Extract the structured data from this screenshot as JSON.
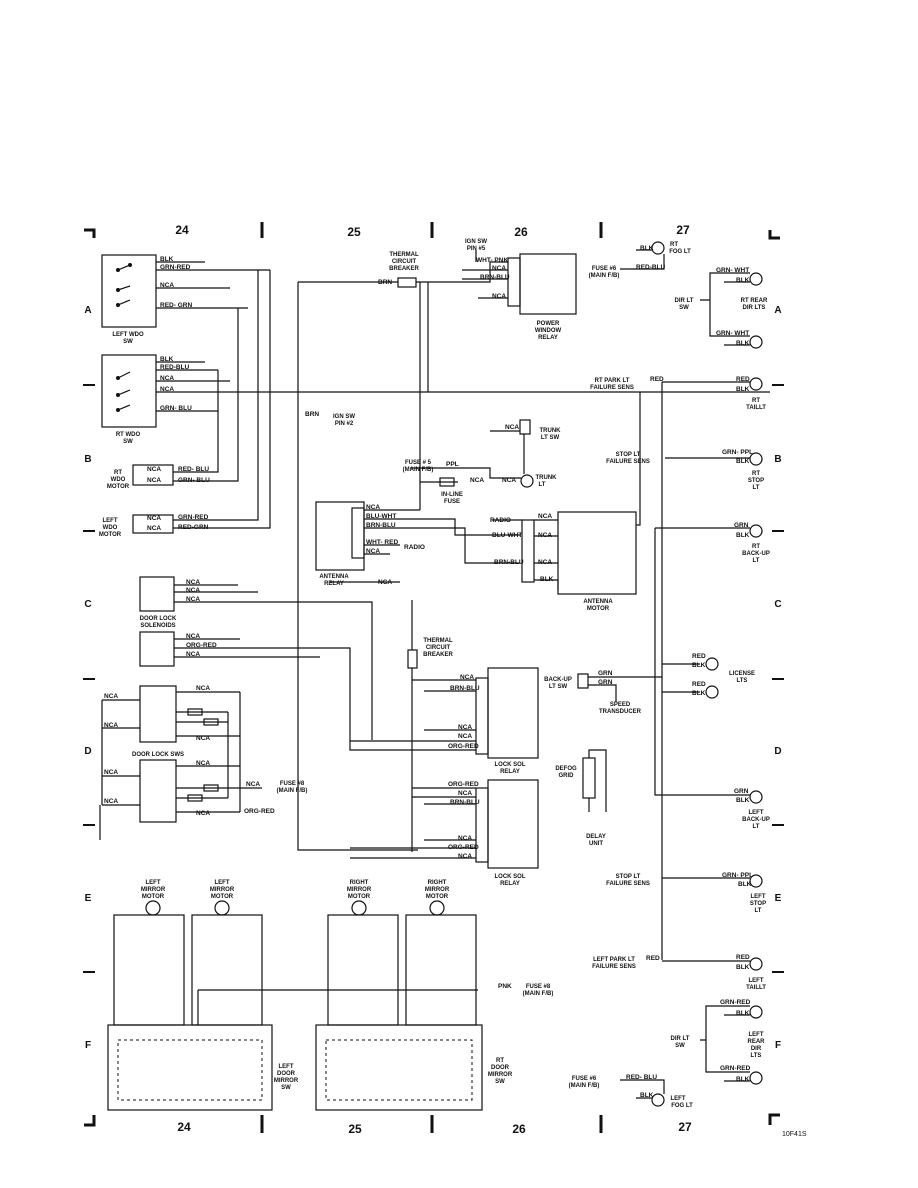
{
  "columns": [
    "24",
    "25",
    "26",
    "27"
  ],
  "rows": [
    "A",
    "B",
    "C",
    "D",
    "E",
    "F"
  ],
  "figure_id": "10F41S",
  "components": {
    "left_wdo_sw": [
      "LEFT WDO",
      "SW"
    ],
    "rt_wdo_sw": [
      "RT WDO",
      "SW"
    ],
    "rt_wdo_motor": [
      "RT",
      "WDO",
      "MOTOR"
    ],
    "left_wdo_motor": [
      "LEFT",
      "WDO",
      "MOTOR"
    ],
    "thermal_cb_top": [
      "THERMAL",
      "CIRCUIT",
      "BREAKER"
    ],
    "ign_sw_pin5": [
      "IGN SW",
      "PIN #5"
    ],
    "ign_sw_pin2": [
      "IGN SW",
      "PIN #2"
    ],
    "power_window_relay": [
      "POWER",
      "WINDOW",
      "RELAY"
    ],
    "fuse6_top": [
      "FUSE #6",
      "(MAIN F/B)"
    ],
    "rt_fog_lt": [
      "RT",
      "FOG LT"
    ],
    "dir_lt_sw_top": [
      "DIR LT",
      "SW"
    ],
    "rt_rear_dir_lts": [
      "RT REAR",
      "DIR LTS"
    ],
    "rt_park_lt_fs": [
      "RT PARK LT",
      "FAILURE SENS"
    ],
    "rt_taillt": [
      "RT",
      "TAILLT"
    ],
    "trunk_lt_sw": [
      "TRUNK",
      "LT SW"
    ],
    "trunk_lt": [
      "TRUNK",
      "LT"
    ],
    "fuse5": [
      "FUSE # 5",
      "(MAIN F/B)"
    ],
    "inline_fuse": [
      "IN-LINE",
      "FUSE"
    ],
    "stop_lt_fs_top": [
      "STOP LT",
      "FAILURE SENS"
    ],
    "rt_stop_lt": [
      "RT",
      "STOP",
      "LT"
    ],
    "antenna_relay": [
      "ANTENNA",
      "RELAY"
    ],
    "antenna_motor": [
      "ANTENNA",
      "MOTOR"
    ],
    "rt_backup_lt": [
      "RT",
      "BACK-UP",
      "LT"
    ],
    "door_lock_solenoids": [
      "DOOR LOCK",
      "SOLENOIDS"
    ],
    "thermal_cb_mid": [
      "THERMAL",
      "CIRCUIT",
      "BREAKER"
    ],
    "license_lts": [
      "LICENSE",
      "LTS"
    ],
    "backup_lt_sw": [
      "BACK-UP",
      "LT SW"
    ],
    "speed_transducer": [
      "SPEED",
      "TRANSDUCER"
    ],
    "door_lock_sws": "DOOR LOCK SWS",
    "fuse8_mid": [
      "FUSE #8",
      "(MAIN F/B)"
    ],
    "lock_sol_relay_top": [
      "LOCK SOL",
      "RELAY"
    ],
    "lock_sol_relay_bot": [
      "LOCK SOL",
      "RELAY"
    ],
    "defog_grid": [
      "DEFOG",
      "GRID"
    ],
    "delay_unit": [
      "DELAY",
      "UNIT"
    ],
    "left_backup_lt": [
      "LEFT",
      "BACK-UP",
      "LT"
    ],
    "stop_lt_fs_bot": [
      "STOP LT",
      "FAILURE SENS"
    ],
    "left_stop_lt": [
      "LEFT",
      "STOP",
      "LT"
    ],
    "left_park_lt_fs": [
      "LEFT PARK LT",
      "FAILURE SENS"
    ],
    "left_taillt": [
      "LEFT",
      "TAILLT"
    ],
    "left_mirror_motor_1": [
      "LEFT",
      "MIRROR",
      "MOTOR"
    ],
    "left_mirror_motor_2": [
      "LEFT",
      "MIRROR",
      "MOTOR"
    ],
    "right_mirror_motor_1": [
      "RIGHT",
      "MIRROR",
      "MOTOR"
    ],
    "right_mirror_motor_2": [
      "RIGHT",
      "MIRROR",
      "MOTOR"
    ],
    "fuse8_bot": [
      "FUSE #8",
      "(MAIN F/B)"
    ],
    "left_door_mirror_sw": [
      "LEFT",
      "DOOR",
      "MIRROR",
      "SW"
    ],
    "rt_door_mirror_sw": [
      "RT",
      "DOOR",
      "MIRROR",
      "SW"
    ],
    "dir_lt_sw_bot": [
      "DIR LT",
      "SW"
    ],
    "left_rear_dir_lts": [
      "LEFT",
      "REAR",
      "DIR",
      "LTS"
    ],
    "fuse6_bot": [
      "FUSE #6",
      "(MAIN F/B)"
    ],
    "left_fog_lt": [
      "LEFT",
      "FOG LT"
    ]
  },
  "wire_labels": {
    "blk": "BLK",
    "grn_red": "GRN-RED",
    "nca": "NCA",
    "red_grn": "RED- GRN",
    "red_blu": "RED-BLU",
    "grn_blu": "GRN- BLU",
    "red_grn2": "RED-GRN",
    "red_blu2": "RED- BLU",
    "grn_blu2": "GRN- BLU",
    "brn": "BRN",
    "wht_pnk": "WHT- PNK",
    "brn_blu": "BRN-BLU",
    "grn_wht": "GRN- WHT",
    "red": "RED",
    "grn_ppl": "GRN- PPL",
    "ppl": "PPL",
    "blu_wht": "BLU-WHT",
    "wht_red": "WHT- RED",
    "radio": "RADIO",
    "grn": "GRN",
    "org_red": "ORG-RED",
    "org_red2": "ORG- RED",
    "pnk": "PNK",
    "red_blu3": "RED- BLU",
    "grn_red2": "GRN-RED"
  }
}
